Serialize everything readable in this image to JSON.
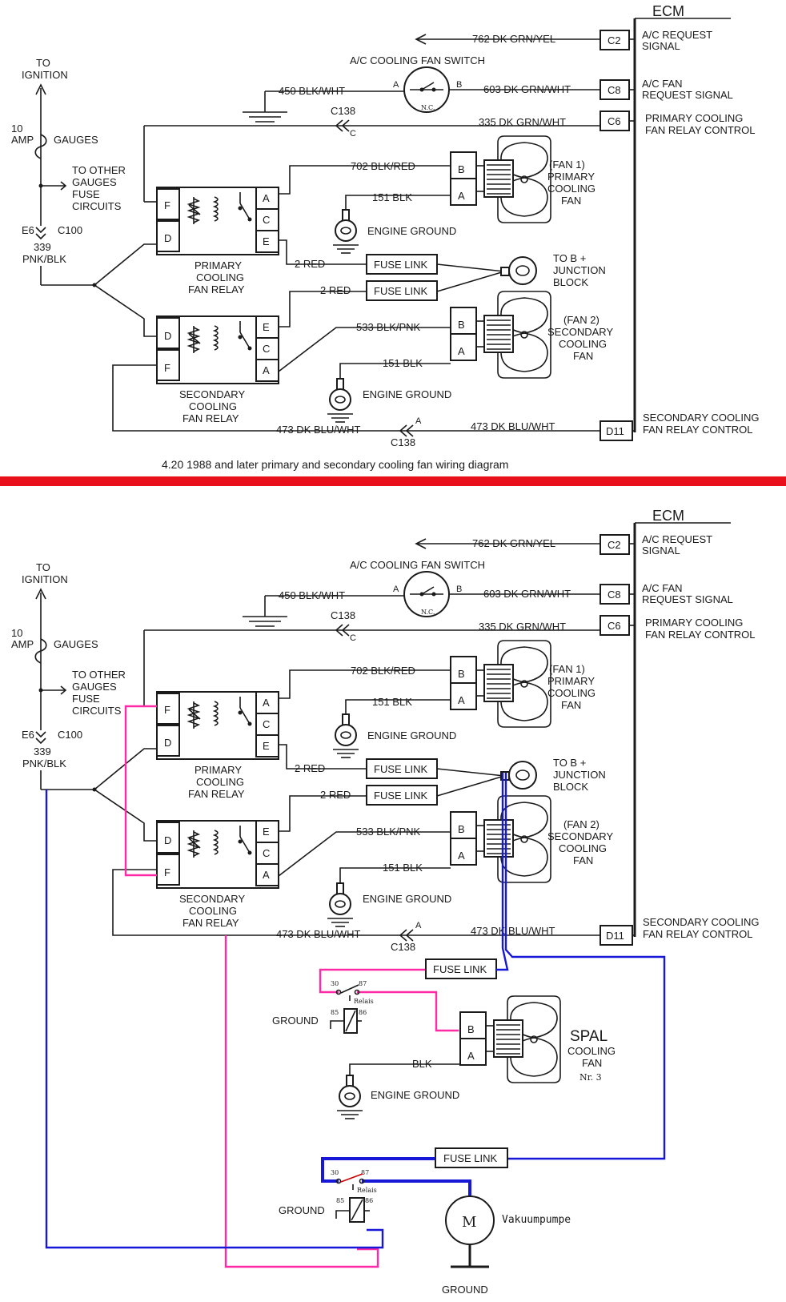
{
  "colors": {
    "background": "#ffffff",
    "ink": "#1a1a1a",
    "separator": "#e8101a",
    "pink_wire": "#ff2aa6",
    "blue_wire": "#1717d8"
  },
  "top": {
    "ecm": "ECM",
    "to_ignition": [
      "TO",
      "IGNITION"
    ],
    "amp": [
      "10",
      "AMP"
    ],
    "gauges": "GAUGES",
    "to_other": [
      "TO OTHER",
      "GAUGES",
      "FUSE",
      "CIRCUITS"
    ],
    "e6": "E6",
    "c100": "C100",
    "pnk": [
      "339",
      "PNK/BLK"
    ],
    "w762": "762 DK GRN/YEL",
    "c2": "C2",
    "ac_request": [
      "A/C REQUEST",
      "SIGNAL"
    ],
    "ac_switch": "A/C COOLING FAN SWITCH",
    "pin_a": "A",
    "pin_b": "B",
    "nc": "N.C.",
    "w450": "450 BLK/WHT",
    "w603": "603 DK GRN/WHT",
    "c8": "C8",
    "ac_fan_req": [
      "A/C FAN",
      "REQUEST SIGNAL"
    ],
    "c138": "C138",
    "pin_c": "C",
    "w335": "335 DK GRN/WHT",
    "c6": "C6",
    "prim_ctrl": [
      "PRIMARY COOLING",
      "FAN RELAY CONTROL"
    ],
    "w702": "702 BLK/RED",
    "fan1": [
      "(FAN 1)",
      "PRIMARY",
      "COOLING",
      "FAN"
    ],
    "w151": "151 BLK",
    "engine_ground": "ENGINE GROUND",
    "pin_f": "F",
    "pin_d": "D",
    "pin_e": "E",
    "prim_relay": [
      "PRIMARY",
      "COOLING",
      "FAN RELAY"
    ],
    "red2": "2 RED",
    "fuse_link": "FUSE LINK",
    "junction": [
      "TO B +",
      "JUNCTION",
      "BLOCK"
    ],
    "w533": "533 BLK/PNK",
    "fan2": [
      "(FAN 2)",
      "SECONDARY",
      "COOLING",
      "FAN"
    ],
    "sec_relay": [
      "SECONDARY",
      "COOLING",
      "FAN RELAY"
    ],
    "w473": "473 DK BLU/WHT",
    "d11": "D11",
    "sec_ctrl": [
      "SECONDARY COOLING",
      "FAN RELAY CONTROL"
    ],
    "caption": "4.20  1988 and later primary and secondary cooling fan wiring diagram"
  },
  "mod": {
    "ground": "GROUND",
    "relay_pins": [
      "30",
      "87",
      "85",
      "86"
    ],
    "relay_name": "Relais",
    "blk": "BLK",
    "spal": [
      "SPAL",
      "COOLING",
      "FAN",
      "Nr. 3"
    ],
    "motor": "M",
    "vakuumpumpe": "Vakuumpumpe"
  },
  "icons": [
    "fan-icon",
    "ground-symbol",
    "relay-coil",
    "ring-terminal",
    "motor-symbol",
    "fuse-symbol",
    "connector-arrow"
  ]
}
